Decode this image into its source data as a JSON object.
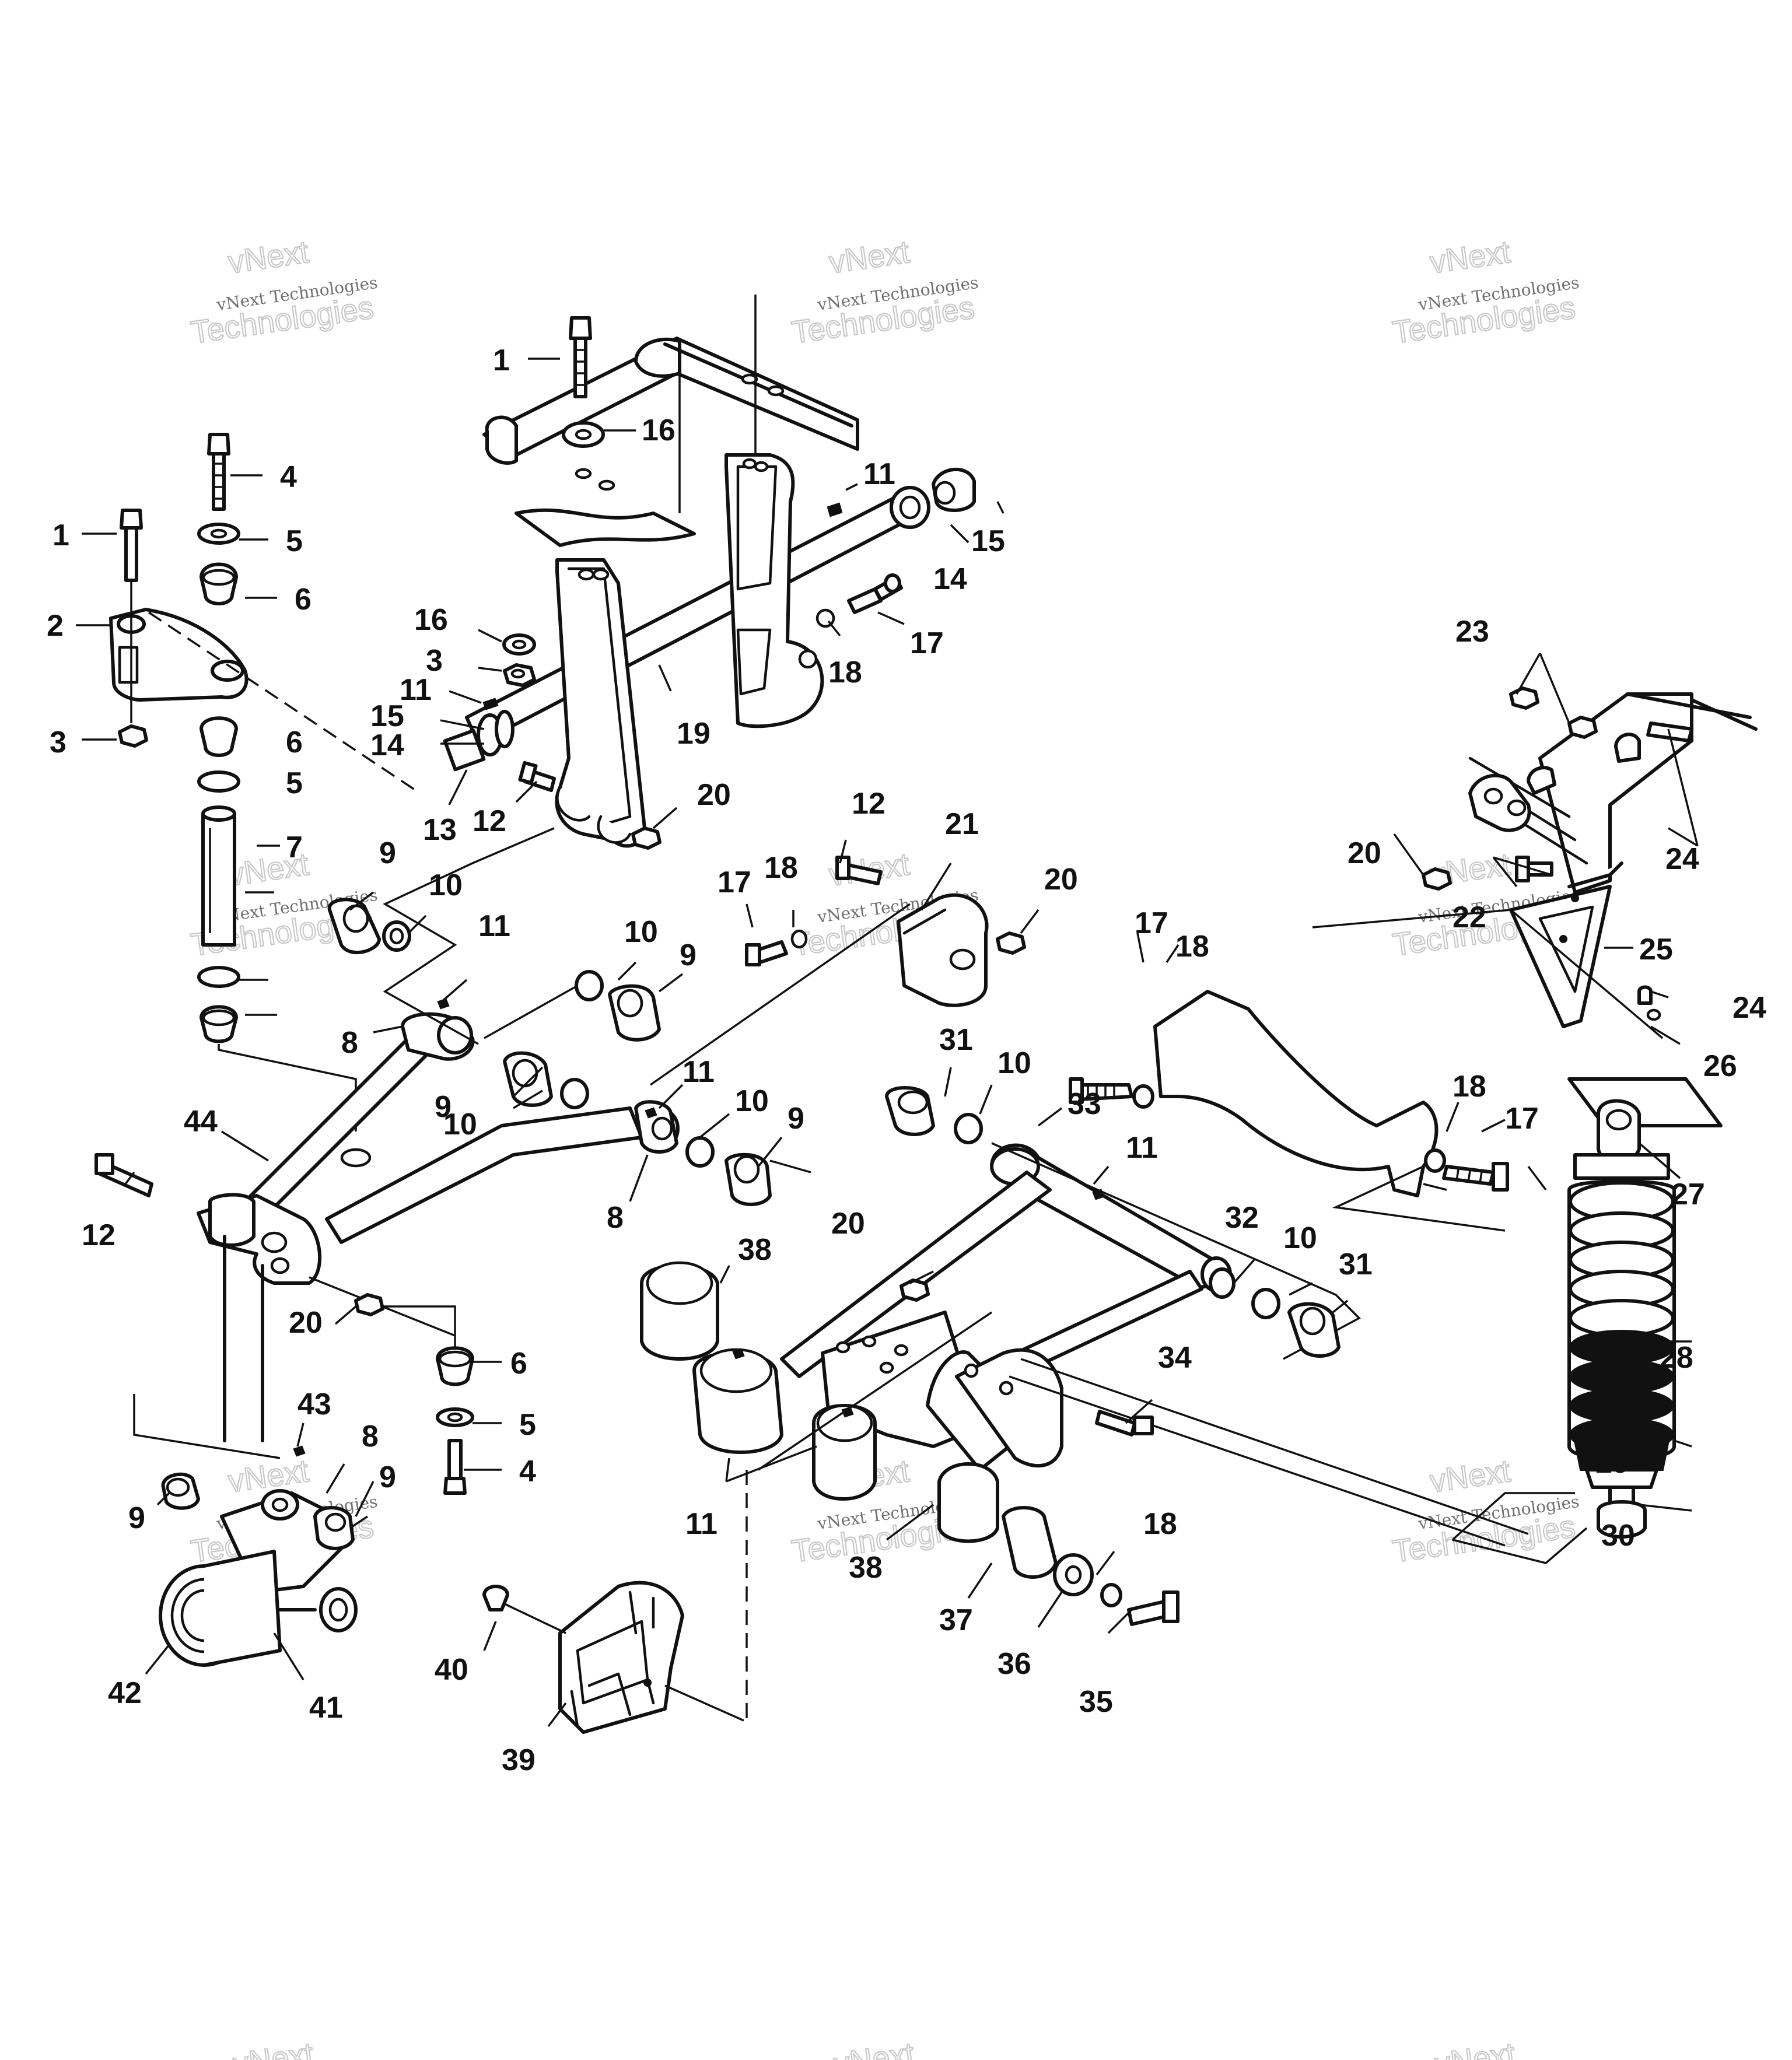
{
  "watermark": {
    "small_text": "vNext Technologies",
    "large_line_1": "vNext",
    "large_line_2": "Technologies"
  },
  "callouts": [
    "1",
    "16",
    "4",
    "5",
    "1",
    "6",
    "2",
    "3",
    "11",
    "15",
    "14",
    "16",
    "3",
    "11",
    "15",
    "14",
    "17",
    "18",
    "19",
    "13",
    "12",
    "20",
    "6",
    "5",
    "7",
    "9",
    "10",
    "11",
    "10",
    "9",
    "8",
    "12",
    "21",
    "17",
    "18",
    "20",
    "23",
    "20",
    "24",
    "22",
    "25",
    "24",
    "26",
    "17",
    "18",
    "31",
    "10",
    "33",
    "11",
    "9",
    "10",
    "11",
    "10",
    "9",
    "8",
    "44",
    "12",
    "20",
    "32",
    "10",
    "31",
    "38",
    "20",
    "18",
    "17",
    "27",
    "28",
    "6",
    "5",
    "4",
    "43",
    "8",
    "9",
    "9",
    "34",
    "29",
    "11",
    "30",
    "38",
    "18",
    "37",
    "36",
    "35",
    "40",
    "39",
    "42",
    "41"
  ]
}
